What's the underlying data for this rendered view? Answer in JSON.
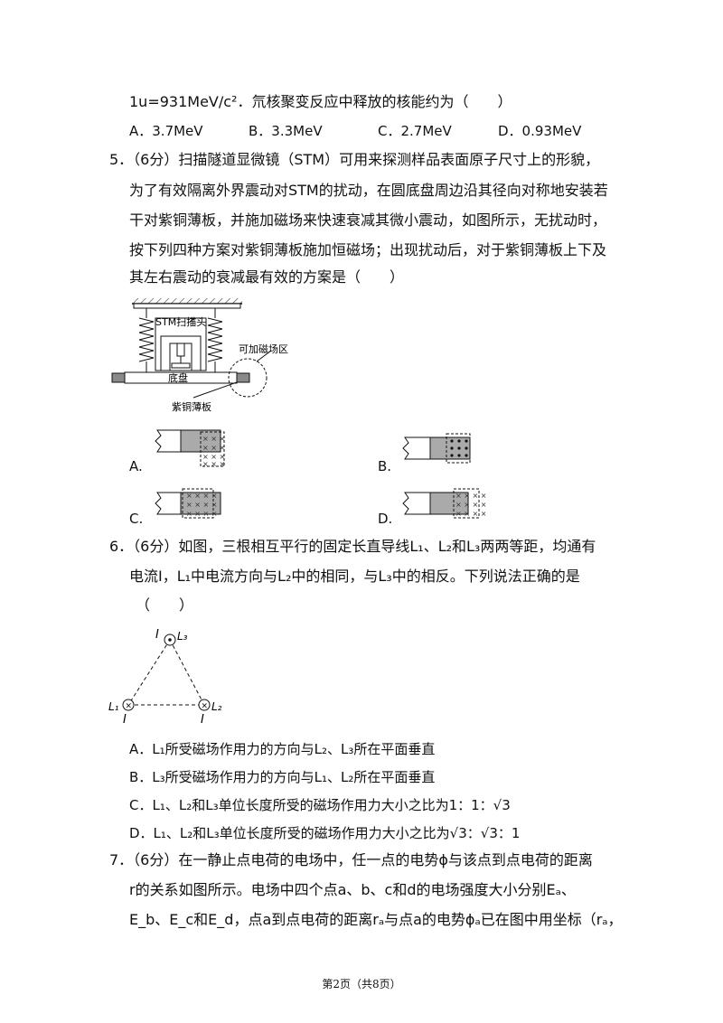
{
  "q4": {
    "tail": "1u=931MeV/c²．氘核聚变反应中释放的核能约为（　　）",
    "options": [
      "A．3.7MeV",
      "B．3.3MeV",
      "C．2.7MeV",
      "D．0.93MeV"
    ]
  },
  "q5": {
    "lines": [
      "5．（6分）扫描隧道显微镜（STM）可用来探测样品表面原子尺寸上的形貌，",
      "为了有效隔离外界震动对STM的扰动，在圆底盘周边沿其径向对称地安装若",
      "干对紫铜薄板，并施加磁场来快速衰减其微小震动，如图所示，无扰动时，",
      "按下列四种方案对紫铜薄板施加恒磁场；出现扰动后，对于紫铜薄板上下及",
      "其左右震动的衰减最有效的方案是（　　）"
    ],
    "figure": {
      "stm_head": "STM扫描头",
      "base": "底盘",
      "field_zone": "可加磁场区",
      "plate": "紫铜薄板"
    },
    "choice_labels": [
      "A.",
      "B.",
      "C.",
      "D."
    ]
  },
  "q6": {
    "lines": [
      "6．（6分）如图，三根相互平行的固定长直导线L₁、L₂和L₃两两等距，均通有",
      "电流I，L₁中电流方向与L₂中的相同，与L₃中的相反。下列说法正确的是",
      "（　　）"
    ],
    "figure": {
      "I_top": "I",
      "L3": "L₃",
      "L1": "L₁",
      "I_left": "I",
      "L2": "L₂",
      "I_right": "I"
    },
    "options": [
      "A．L₁所受磁场作用力的方向与L₂、L₃所在平面垂直",
      "B．L₃所受磁场作用力的方向与L₁、L₂所在平面垂直",
      "C．L₁、L₂和L₃单位长度所受的磁场作用力大小之比为1：1：√3",
      "D．L₁、L₂和L₃单位长度所受的磁场作用力大小之比为√3：√3：1"
    ]
  },
  "q7": {
    "lines": [
      "7．（6分）在一静止点电荷的电场中，任一点的电势ϕ与该点到点电荷的距离",
      "r的关系如图所示。电场中四个点a、b、c和d的电场强度大小分别Eₐ、",
      "E_b、E_c和E_d，点a到点电荷的距离rₐ与点a的电势ϕₐ已在图中用坐标（rₐ，"
    ]
  },
  "footer": "第2页（共8页）"
}
